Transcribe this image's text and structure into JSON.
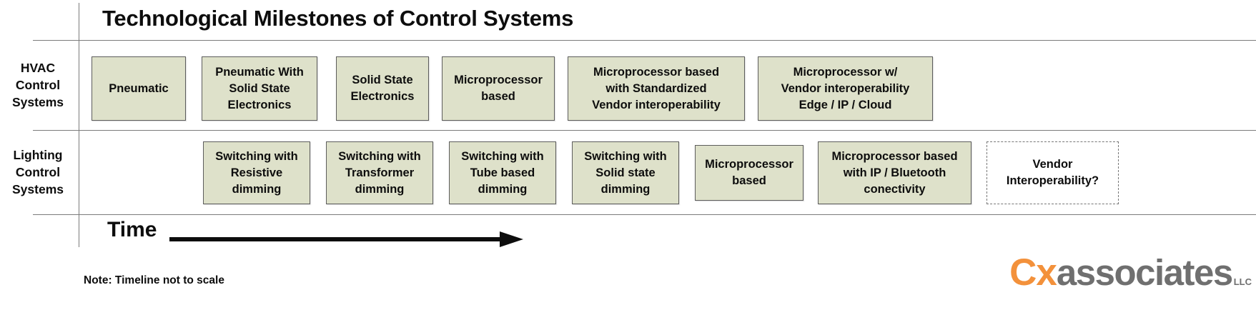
{
  "title": "Technological Milestones of Control Systems",
  "rows": [
    {
      "id": "hvac",
      "label": "HVAC\nControl\nSystems",
      "label_lines": [
        "HVAC",
        "Control",
        "Systems"
      ],
      "items": [
        {
          "text": "Pneumatic",
          "lines": [
            "Pneumatic"
          ],
          "style": "filled"
        },
        {
          "text": "Pneumatic With Solid State Electronics",
          "lines": [
            "Pneumatic With",
            "Solid State",
            "Electronics"
          ],
          "style": "filled"
        },
        {
          "text": "Solid State Electronics",
          "lines": [
            "Solid State",
            "Electronics"
          ],
          "style": "filled"
        },
        {
          "text": "Microprocessor based",
          "lines": [
            "Microprocessor",
            "based"
          ],
          "style": "filled"
        },
        {
          "text": "Microprocessor based with Standardized Vendor interoperability",
          "lines": [
            "Microprocessor based",
            "with Standardized",
            "Vendor interoperability"
          ],
          "style": "filled"
        },
        {
          "text": "Microprocessor w/ Vendor interoperability Edge / IP / Cloud",
          "lines": [
            "Microprocessor w/",
            "Vendor interoperability",
            "Edge / IP / Cloud"
          ],
          "style": "filled"
        }
      ]
    },
    {
      "id": "lighting",
      "label": "Lighting\nControl\nSystems",
      "label_lines": [
        "Lighting",
        "Control",
        "Systems"
      ],
      "items": [
        {
          "text": "Switching with Resistive dimming",
          "lines": [
            "Switching with",
            "Resistive",
            "dimming"
          ],
          "style": "filled"
        },
        {
          "text": "Switching with Transformer dimming",
          "lines": [
            "Switching with",
            "Transformer",
            "dimming"
          ],
          "style": "filled"
        },
        {
          "text": "Switching with Tube based dimming",
          "lines": [
            "Switching with",
            "Tube based",
            "dimming"
          ],
          "style": "filled"
        },
        {
          "text": "Switching with Solid state dimming",
          "lines": [
            "Switching with",
            "Solid state",
            "dimming"
          ],
          "style": "filled"
        },
        {
          "text": "Microprocessor based",
          "lines": [
            "Microprocessor",
            "based"
          ],
          "style": "filled"
        },
        {
          "text": "Microprocessor based with IP / Bluetooth conectivity",
          "lines": [
            "Microprocessor based",
            "with IP / Bluetooth",
            "conectivity"
          ],
          "style": "filled"
        },
        {
          "text": "Vendor Interoperability?",
          "lines": [
            "Vendor",
            "Interoperability?"
          ],
          "style": "dashed"
        }
      ]
    }
  ],
  "axis": {
    "label": "Time",
    "arrow_icon": "right-arrow-icon"
  },
  "note": "Note: Timeline not to scale",
  "logo": {
    "cx": "Cx",
    "associates": "associates",
    "suffix": "LLC"
  },
  "colors": {
    "box_fill": "#dee1ca",
    "box_border": "#5c5c5c",
    "rule": "#7b7b7b",
    "logo_orange": "#F3913B",
    "logo_gray": "#6f6f6f",
    "text": "#0d0d0d"
  }
}
